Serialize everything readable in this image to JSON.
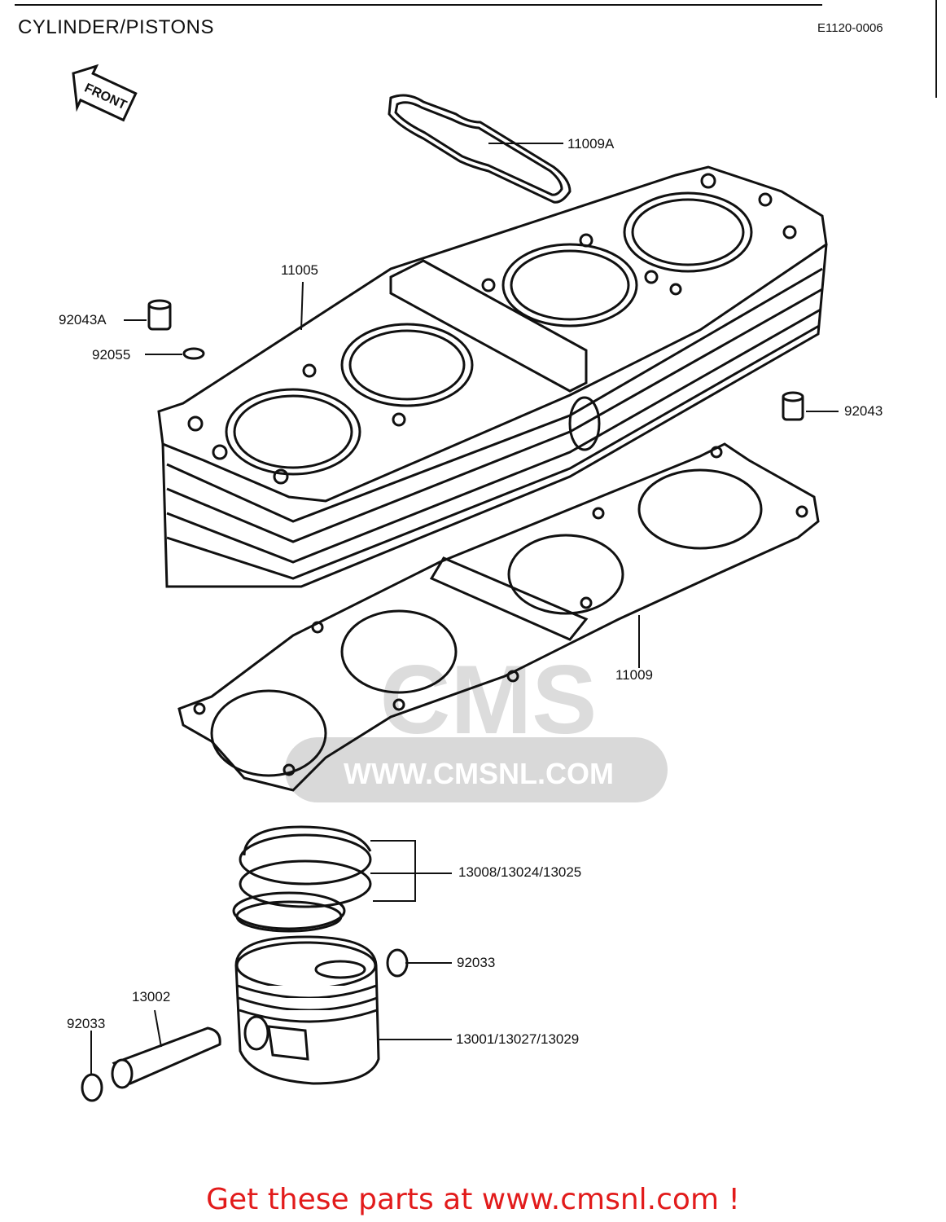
{
  "header": {
    "title": "CYLINDER/PISTONS",
    "code": "E1120-0006"
  },
  "front_arrow": {
    "label": "FRONT"
  },
  "watermark": {
    "logo": "CMS",
    "url": "WWW.CMSNL.COM"
  },
  "callouts": [
    {
      "id": "11009A",
      "label": "11009A"
    },
    {
      "id": "11005",
      "label": "11005"
    },
    {
      "id": "92043A",
      "label": "92043A"
    },
    {
      "id": "92055",
      "label": "92055"
    },
    {
      "id": "92043",
      "label": "92043"
    },
    {
      "id": "11009",
      "label": "11009"
    },
    {
      "id": "13008",
      "label": "13008/13024/13025"
    },
    {
      "id": "92033r",
      "label": "92033"
    },
    {
      "id": "13002",
      "label": "13002"
    },
    {
      "id": "92033l",
      "label": "92033"
    },
    {
      "id": "13001",
      "label": "13001/13027/13029"
    }
  ],
  "footer": {
    "link_text": "Get these parts at www.cmsnl.com !"
  },
  "colors": {
    "ink": "#111111",
    "footer": "#e21b1b",
    "watermark": "#d8d8d8"
  }
}
